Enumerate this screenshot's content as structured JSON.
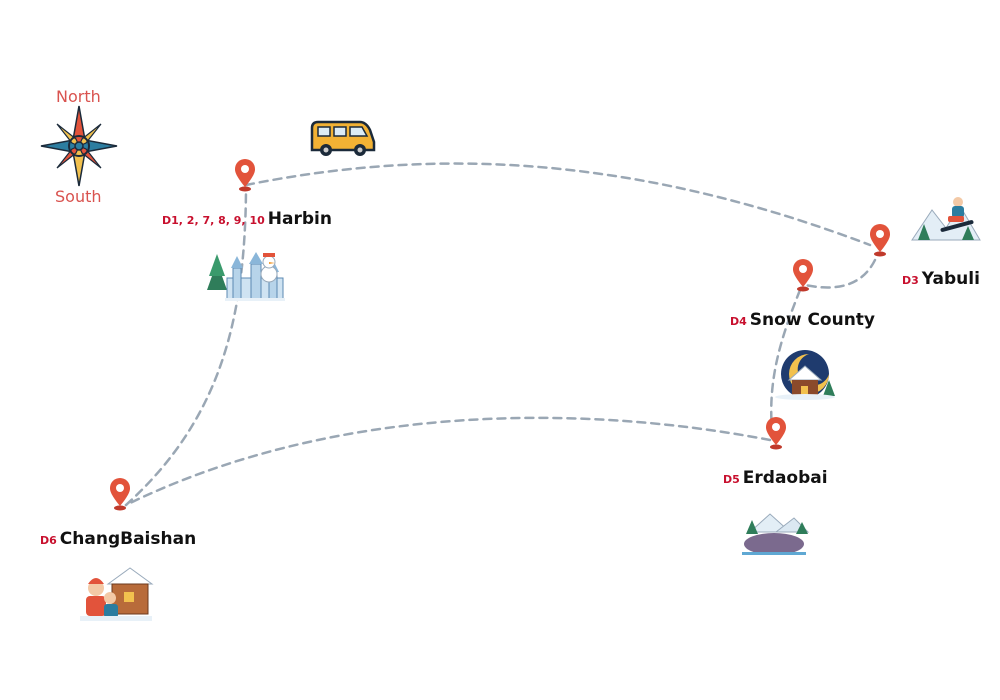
{
  "compass": {
    "north": "North",
    "south": "South"
  },
  "colors": {
    "route": "#9aa7b4",
    "pin": "#e2533b",
    "day_label": "#c8102e",
    "compass_text": "#d9534f"
  },
  "stops": [
    {
      "id": "harbin",
      "day": "D1, 2, 7, 8, 9, 10",
      "name": "Harbin",
      "icon": "ice-castle-snowman-icon"
    },
    {
      "id": "yabuli",
      "day": "D3",
      "name": "Yabuli",
      "icon": "snowboarder-icon"
    },
    {
      "id": "snow-county",
      "day": "D4",
      "name": "Snow County",
      "icon": "snow-cottage-moon-icon"
    },
    {
      "id": "erdaobai",
      "day": "D5",
      "name": "Erdaobai",
      "icon": "snowy-lake-mountain-icon"
    },
    {
      "id": "changbaishan",
      "day": "D6",
      "name": "ChangBaishan",
      "icon": "kids-snow-cabin-icon"
    }
  ],
  "vehicle_icon": "minivan-icon"
}
